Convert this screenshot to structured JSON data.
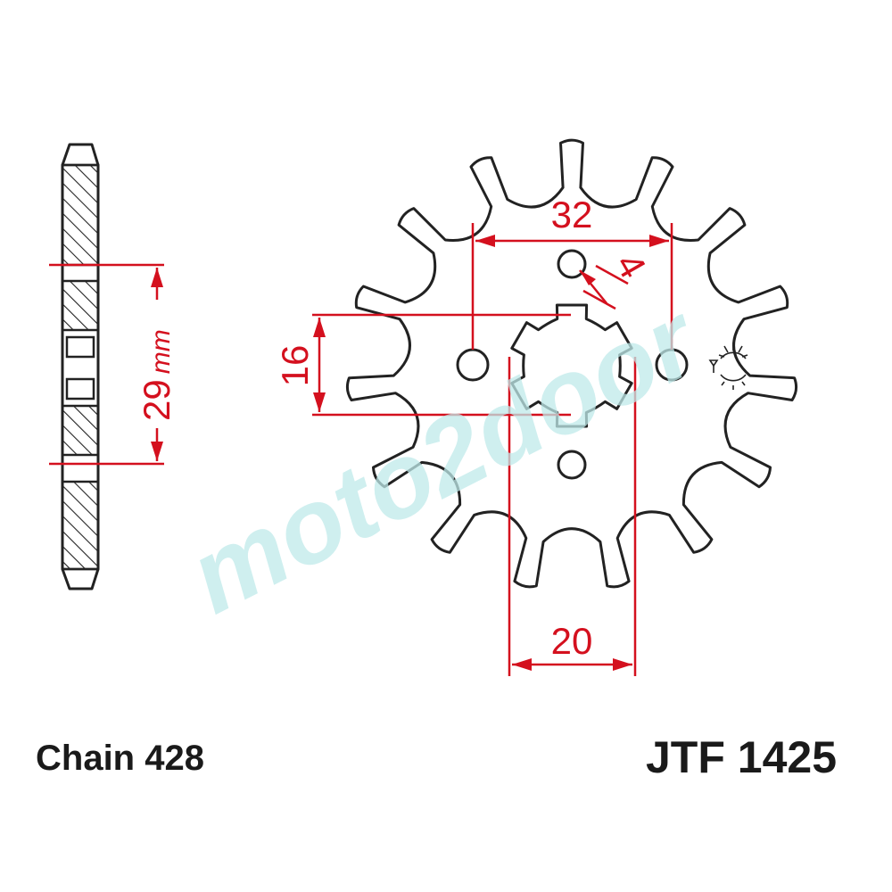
{
  "colors": {
    "outline": "#222222",
    "dimension": "#d4101e",
    "watermark": "#bfe9ea"
  },
  "dimensions": {
    "bolt_spacing": "32",
    "bolt_hole": "4",
    "spline_height": "16",
    "bore": "20",
    "chain_offset": "29",
    "chain_offset_unit": "mm"
  },
  "sprocket": {
    "teeth": 15,
    "bolt_holes": 4,
    "splines": 6
  },
  "labels": {
    "chain": "Chain 428",
    "part_number": "JTF 1425"
  },
  "watermark": {
    "text": "moto2door"
  },
  "icons": {
    "rotation_mark": "rotation-direction-icon"
  }
}
